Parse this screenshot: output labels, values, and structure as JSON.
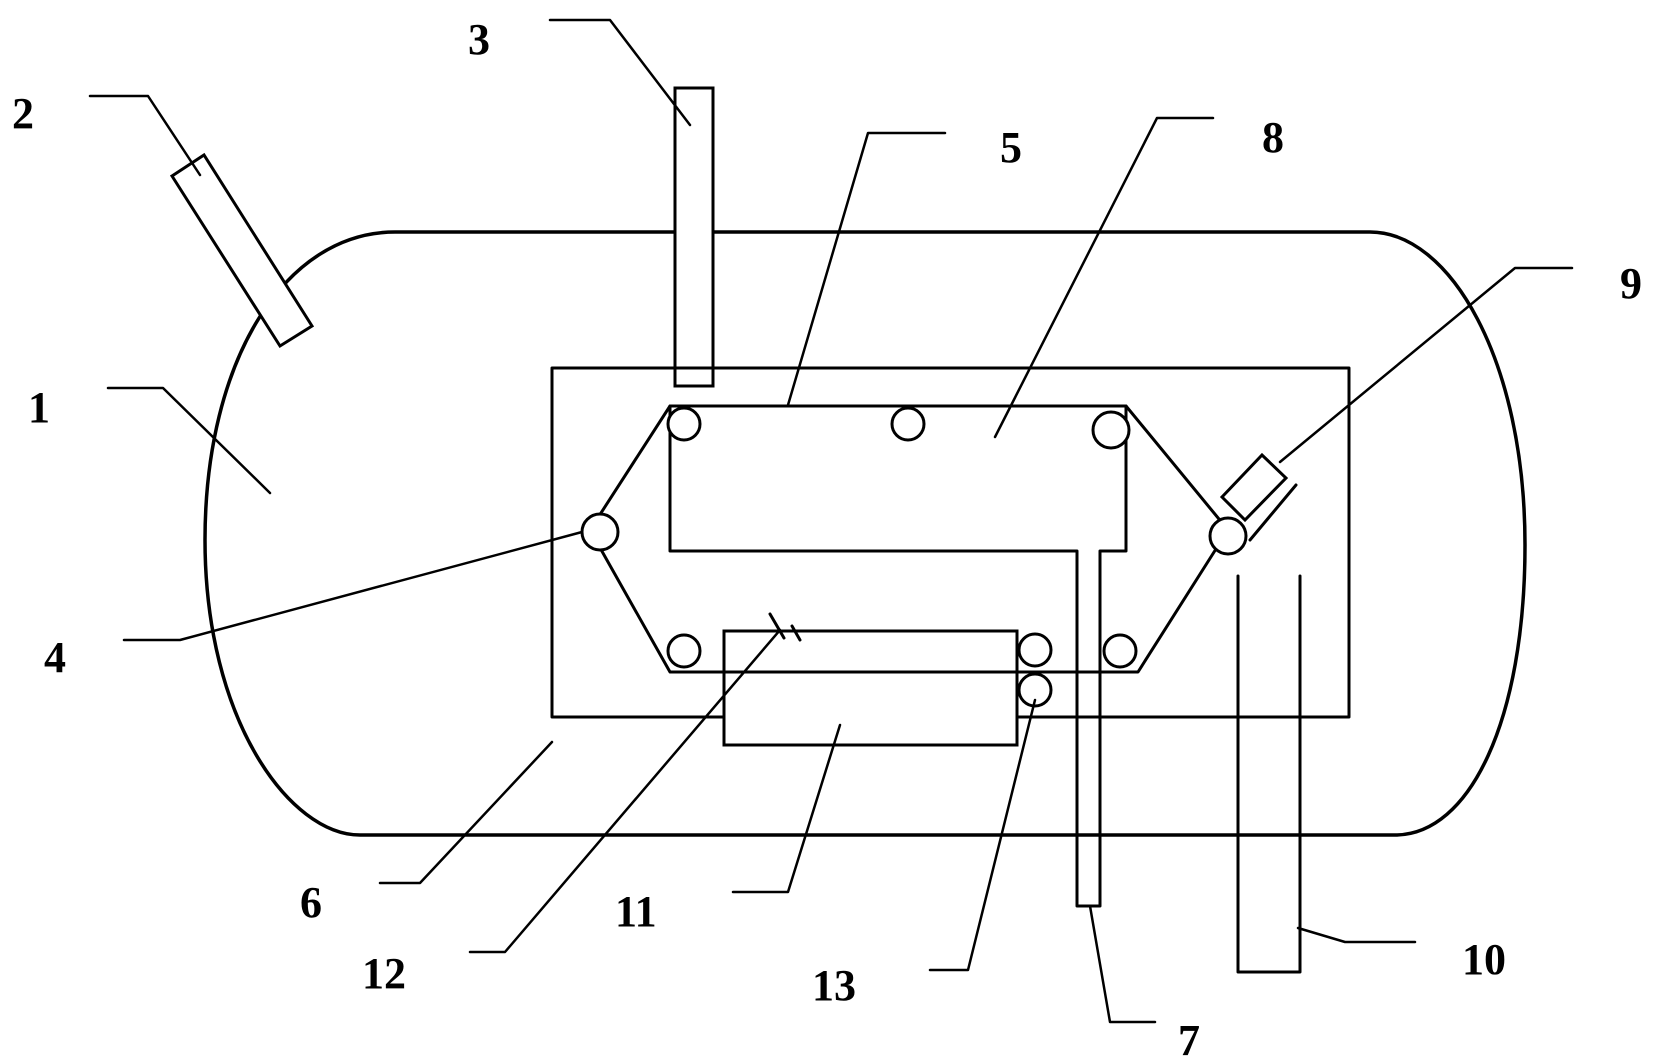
{
  "labels": {
    "l1": "1",
    "l2": "2",
    "l3": "3",
    "l4": "4",
    "l5": "5",
    "l6": "6",
    "l7": "7",
    "l8": "8",
    "l9": "9",
    "l10": "10",
    "l11": "11",
    "l12": "12",
    "l13": "13"
  },
  "colors": {
    "line": "#000000",
    "background": "#ffffff"
  }
}
